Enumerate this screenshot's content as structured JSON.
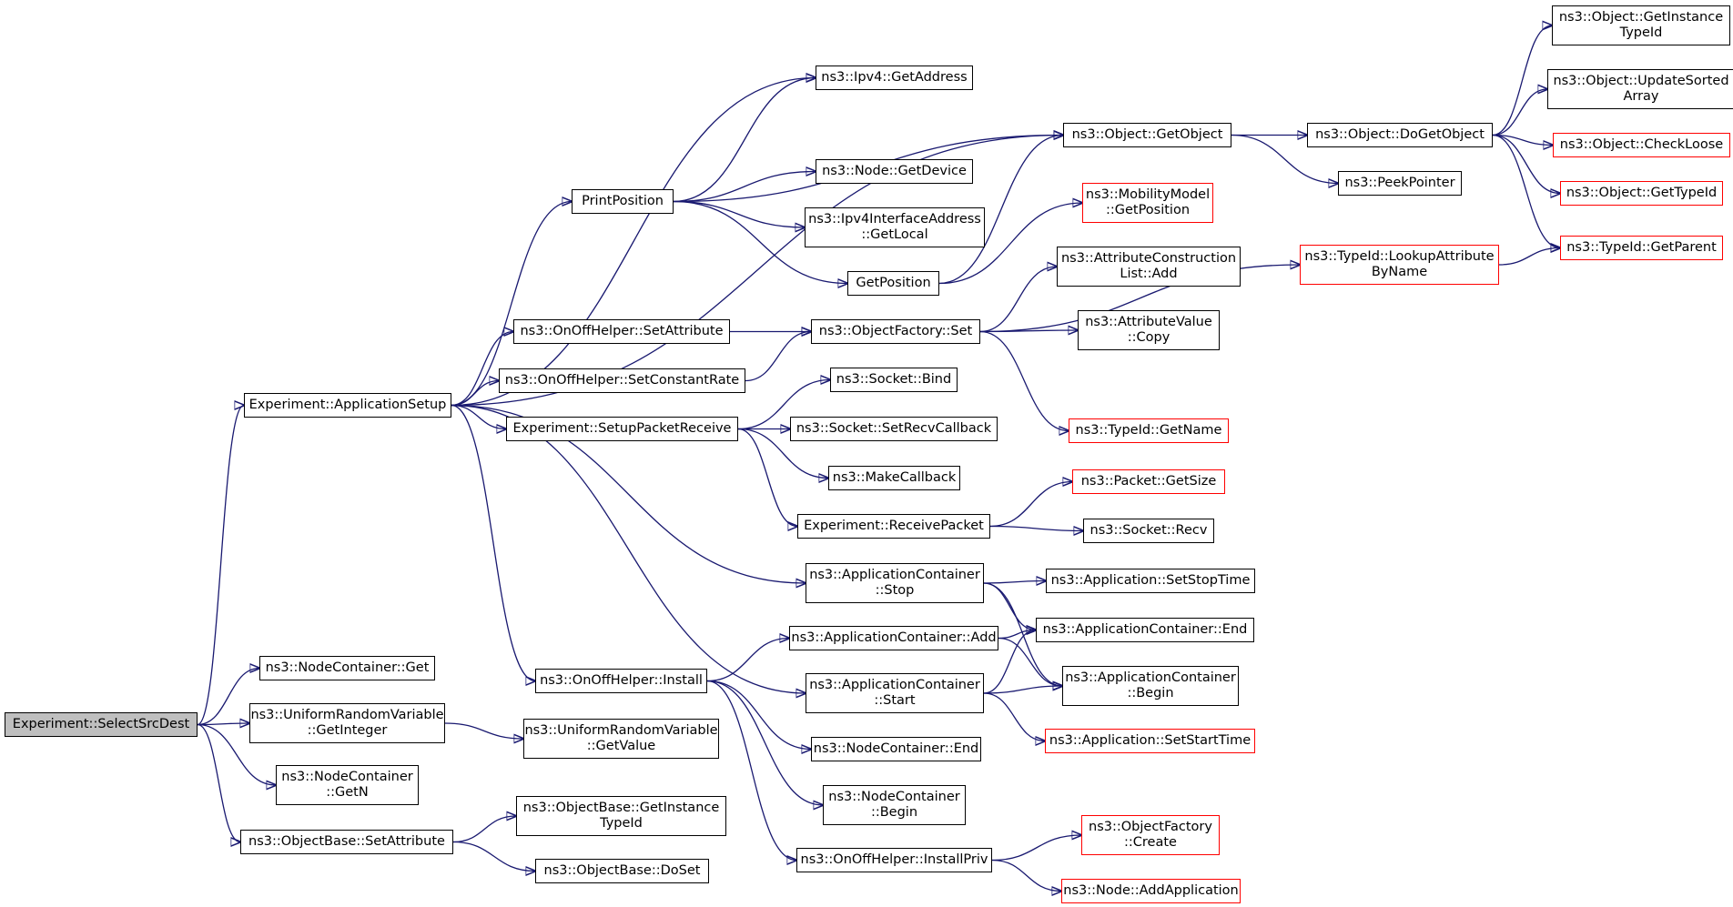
{
  "diagram_type": "call graph",
  "colors": {
    "edge": "#191970",
    "node_border": "#000000",
    "node_border_external": "#ff0000",
    "root_fill": "#bfbfbf"
  },
  "nodes": {
    "n0": {
      "label": "Experiment::SelectSrcDest"
    },
    "n1": {
      "label": "Experiment::ApplicationSetup"
    },
    "n2": {
      "label": "ns3::Object::GetObject"
    },
    "n3": {
      "label": "ns3::Object::DoGetObject"
    },
    "n4": {
      "label": "ns3::Object::GetInstance\nTypeId"
    },
    "n5": {
      "label": "ns3::Object::UpdateSorted\nArray"
    },
    "n6": {
      "label": "ns3::Object::CheckLoose"
    },
    "n7": {
      "label": "ns3::Object::GetTypeId"
    },
    "n8": {
      "label": "ns3::TypeId::GetParent"
    },
    "n9": {
      "label": "ns3::PeekPointer"
    },
    "n10": {
      "label": "ns3::Ipv4::GetAddress"
    },
    "n11": {
      "label": "PrintPosition"
    },
    "n12": {
      "label": "ns3::Node::GetDevice"
    },
    "n13": {
      "label": "ns3::Ipv4InterfaceAddress\n::GetLocal"
    },
    "n14": {
      "label": "GetPosition"
    },
    "n15": {
      "label": "ns3::MobilityModel\n::GetPosition"
    },
    "n16": {
      "label": "ns3::OnOffHelper::SetAttribute"
    },
    "n17": {
      "label": "ns3::ObjectFactory::Set"
    },
    "n18": {
      "label": "ns3::AttributeConstruction\nList::Add"
    },
    "n19": {
      "label": "ns3::AttributeValue\n::Copy"
    },
    "n20": {
      "label": "ns3::TypeId::LookupAttribute\nByName"
    },
    "n21": {
      "label": "ns3::TypeId::GetName"
    },
    "n22": {
      "label": "ns3::OnOffHelper::SetConstantRate"
    },
    "n23": {
      "label": "Experiment::SetupPacketReceive"
    },
    "n24": {
      "label": "ns3::Socket::Bind"
    },
    "n25": {
      "label": "ns3::Socket::SetRecvCallback"
    },
    "n26": {
      "label": "ns3::MakeCallback"
    },
    "n27": {
      "label": "Experiment::ReceivePacket"
    },
    "n28": {
      "label": "ns3::Packet::GetSize"
    },
    "n29": {
      "label": "ns3::Socket::Recv"
    },
    "n30": {
      "label": "ns3::ApplicationContainer\n::Stop"
    },
    "n31": {
      "label": "ns3::Application::SetStopTime"
    },
    "n32": {
      "label": "ns3::ApplicationContainer::End"
    },
    "n33": {
      "label": "ns3::ApplicationContainer\n::Begin"
    },
    "n34": {
      "label": "ns3::ApplicationContainer::Add"
    },
    "n35": {
      "label": "ns3::ApplicationContainer\n::Start"
    },
    "n36": {
      "label": "ns3::Application::SetStartTime"
    },
    "n37": {
      "label": "ns3::OnOffHelper::Install"
    },
    "n38": {
      "label": "ns3::NodeContainer::End"
    },
    "n39": {
      "label": "ns3::NodeContainer\n::Begin"
    },
    "n40": {
      "label": "ns3::OnOffHelper::InstallPriv"
    },
    "n41": {
      "label": "ns3::ObjectFactory\n::Create"
    },
    "n42": {
      "label": "ns3::Node::AddApplication"
    },
    "n43": {
      "label": "ns3::NodeContainer::Get"
    },
    "n44": {
      "label": "ns3::UniformRandomVariable\n::GetInteger"
    },
    "n45": {
      "label": "ns3::UniformRandomVariable\n::GetValue"
    },
    "n46": {
      "label": "ns3::NodeContainer\n::GetN"
    },
    "n47": {
      "label": "ns3::ObjectBase::SetAttribute"
    },
    "n48": {
      "label": "ns3::ObjectBase::GetInstance\nTypeId"
    },
    "n49": {
      "label": "ns3::ObjectBase::DoSet"
    }
  },
  "edges": [
    [
      "n0",
      "n1"
    ],
    [
      "n0",
      "n43"
    ],
    [
      "n0",
      "n44"
    ],
    [
      "n0",
      "n46"
    ],
    [
      "n0",
      "n47"
    ],
    [
      "n1",
      "n2"
    ],
    [
      "n1",
      "n10"
    ],
    [
      "n1",
      "n11"
    ],
    [
      "n1",
      "n16"
    ],
    [
      "n1",
      "n22"
    ],
    [
      "n1",
      "n23"
    ],
    [
      "n1",
      "n30"
    ],
    [
      "n1",
      "n35"
    ],
    [
      "n1",
      "n37"
    ],
    [
      "n2",
      "n3"
    ],
    [
      "n2",
      "n9"
    ],
    [
      "n3",
      "n4"
    ],
    [
      "n3",
      "n5"
    ],
    [
      "n3",
      "n6"
    ],
    [
      "n3",
      "n7"
    ],
    [
      "n3",
      "n8"
    ],
    [
      "n11",
      "n10"
    ],
    [
      "n11",
      "n12"
    ],
    [
      "n11",
      "n13"
    ],
    [
      "n11",
      "n14"
    ],
    [
      "n11",
      "n2"
    ],
    [
      "n14",
      "n15"
    ],
    [
      "n14",
      "n2"
    ],
    [
      "n16",
      "n17"
    ],
    [
      "n17",
      "n18"
    ],
    [
      "n17",
      "n19"
    ],
    [
      "n17",
      "n20"
    ],
    [
      "n17",
      "n21"
    ],
    [
      "n20",
      "n8"
    ],
    [
      "n22",
      "n17"
    ],
    [
      "n23",
      "n24"
    ],
    [
      "n23",
      "n25"
    ],
    [
      "n23",
      "n26"
    ],
    [
      "n23",
      "n27"
    ],
    [
      "n27",
      "n28"
    ],
    [
      "n27",
      "n29"
    ],
    [
      "n30",
      "n31"
    ],
    [
      "n30",
      "n32"
    ],
    [
      "n30",
      "n33"
    ],
    [
      "n34",
      "n32"
    ],
    [
      "n34",
      "n33"
    ],
    [
      "n35",
      "n36"
    ],
    [
      "n35",
      "n32"
    ],
    [
      "n35",
      "n33"
    ],
    [
      "n37",
      "n34"
    ],
    [
      "n37",
      "n38"
    ],
    [
      "n37",
      "n39"
    ],
    [
      "n37",
      "n40"
    ],
    [
      "n40",
      "n41"
    ],
    [
      "n40",
      "n42"
    ],
    [
      "n44",
      "n45"
    ],
    [
      "n47",
      "n48"
    ],
    [
      "n47",
      "n49"
    ]
  ]
}
